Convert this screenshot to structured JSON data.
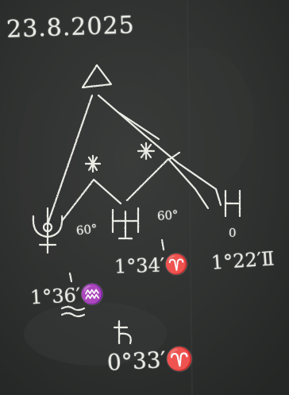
{
  "scene": {
    "surface": "chalkboard",
    "board_color": "#2e302f",
    "chalk_color": "#ececE6"
  },
  "date": "23.8.2025",
  "chart_glyphs": {
    "top_symbol": "Δ",
    "star_left": "*",
    "star_right": "*",
    "planet_left": "♆",
    "planet_middle": "♅",
    "planet_right": "H",
    "planet_bottom": "♄"
  },
  "aspects": {
    "left": "60°",
    "middle": "60°",
    "right": "0"
  },
  "positions": {
    "left": "1°36′♒",
    "middle": "1°34′♈",
    "right": "1°22′Ⅱ",
    "bottom": "0°33′♈"
  }
}
